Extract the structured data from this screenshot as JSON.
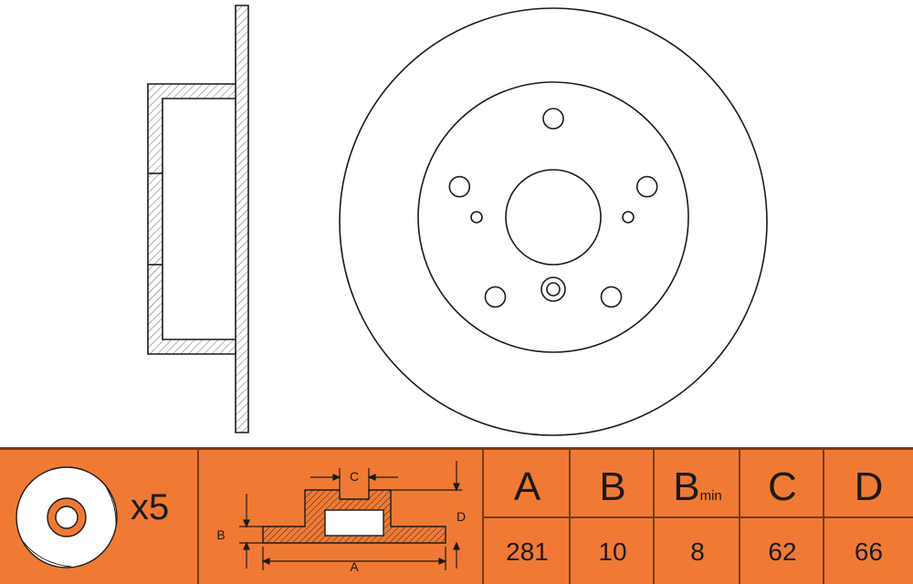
{
  "quantity": {
    "label": "x5"
  },
  "profile_labels": {
    "a": "A",
    "b": "B",
    "c": "C",
    "d": "D"
  },
  "table": {
    "columns": [
      {
        "key": "A",
        "header": "A",
        "sub": "",
        "value": "281"
      },
      {
        "key": "B",
        "header": "B",
        "sub": "",
        "value": "10"
      },
      {
        "key": "Bmin",
        "header": "B",
        "sub": "min",
        "value": "8"
      },
      {
        "key": "C",
        "header": "C",
        "sub": "",
        "value": "62"
      },
      {
        "key": "D",
        "header": "D",
        "sub": "",
        "value": "66"
      }
    ]
  },
  "colors": {
    "bar": "#f07a33",
    "line": "#1a1a1a",
    "divider": "#7a3a12",
    "hatch": "#555555"
  },
  "disc_holes": {
    "bolt_count": 5
  }
}
